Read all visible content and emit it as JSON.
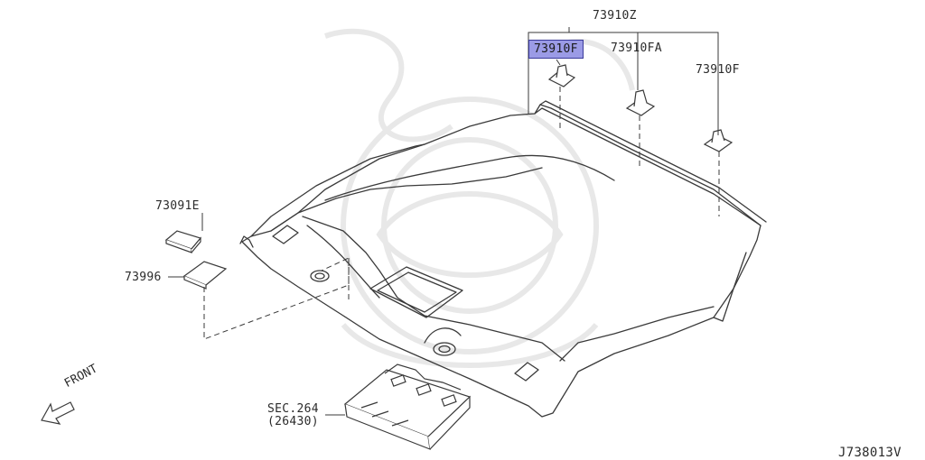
{
  "diagram": {
    "code": "J738013V",
    "orientation_label": "FRONT",
    "parts": {
      "group": "73910Z",
      "clip_highlighted": "73910F",
      "clip_fa": "73910FA",
      "clip_f": "73910F",
      "pad_small": "73091E",
      "pad_large": "73996",
      "lamp_sec": "SEC.264",
      "lamp_ref": "(26430)"
    },
    "highlight_color": "#9b9be6"
  }
}
